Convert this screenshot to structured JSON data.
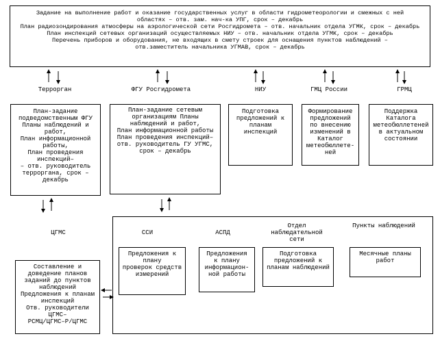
{
  "top_box": {
    "lines": "Задание на выполнение работ и оказание государственных услуг в области гидрометеорологии и смежных с ней\nобластях – отв. зам. нач-ка УПГ, срок – декабрь\nПлан радиозондирования атмосферы на аэрологической сети Росгидромета – отв. начальник отдела УГМК, срок – декабрь\nПлан инспекций сетевых организаций осуществляемых НИУ – отв. начальник отдела УГМК, срок – декабрь\nПеречень приборов и оборудования, не входящих в смету строек для оснащения пунктов наблюдений –\nотв.заместитель начальника УГМАВ, срок – декабрь"
  },
  "org_labels": {
    "terrorgan": "Терроргaн",
    "fgu": "ФГУ Росгидромета",
    "niu": "НИУ",
    "gmc": "ГМЦ России",
    "grmc": "ГРМЦ"
  },
  "boxes": {
    "terrorgan": "План-задание\nподведомственным ФГУ\nПланы наблюдений и\nработ,\nПлан информационной\nработы,\nПлан проведения\nинспекций–\n– отв. руководитель\nтерроргана, срок –\nдекабрь",
    "fgu": "План-задание сетевым\nорганизациям Планы\nнаблюдений и работ,\nПлан информационной работы\nПлан проведения инспекций–\nотв. руководитель ГУ УГМС,\nсрок – декабрь",
    "niu": "Подготовка\nпредложений к\nпланам\nинспекций",
    "gmc": "Формирование\nпредложений\nпо внесению\nизменений в\nКаталог\nметеобюллете-\nней",
    "grmc": "Поддержка\nКаталога\nметеобюллетеней\nв актуальном\nсостоянии"
  },
  "cgms_label": "ЦГМС",
  "bottom_labels": {
    "ssi": "ССИ",
    "aspd": "АСПД",
    "otdel": "Отдел\nнаблюдательной\nсети",
    "punkty": "Пункты наблюдений"
  },
  "bottom_boxes": {
    "ssi": "Предложения к\nплану\nпроверок средств\nизмерений",
    "aspd": "Предложения\nк плану\nинформацион-\nной работы",
    "otdel": "Подготовка\nпредложений к\nпланам наблюдений",
    "punkty": "Месячные планы\nработ"
  },
  "cgms_box": "Составление и\nдоведение планов\nзаданий до пунктов\nнаблюдений\nПредложения к планам\nинспекций\nОтв. руководители\nЦГМС–\nРСМЦ/ЦГМС–Р/ЦГМС"
}
